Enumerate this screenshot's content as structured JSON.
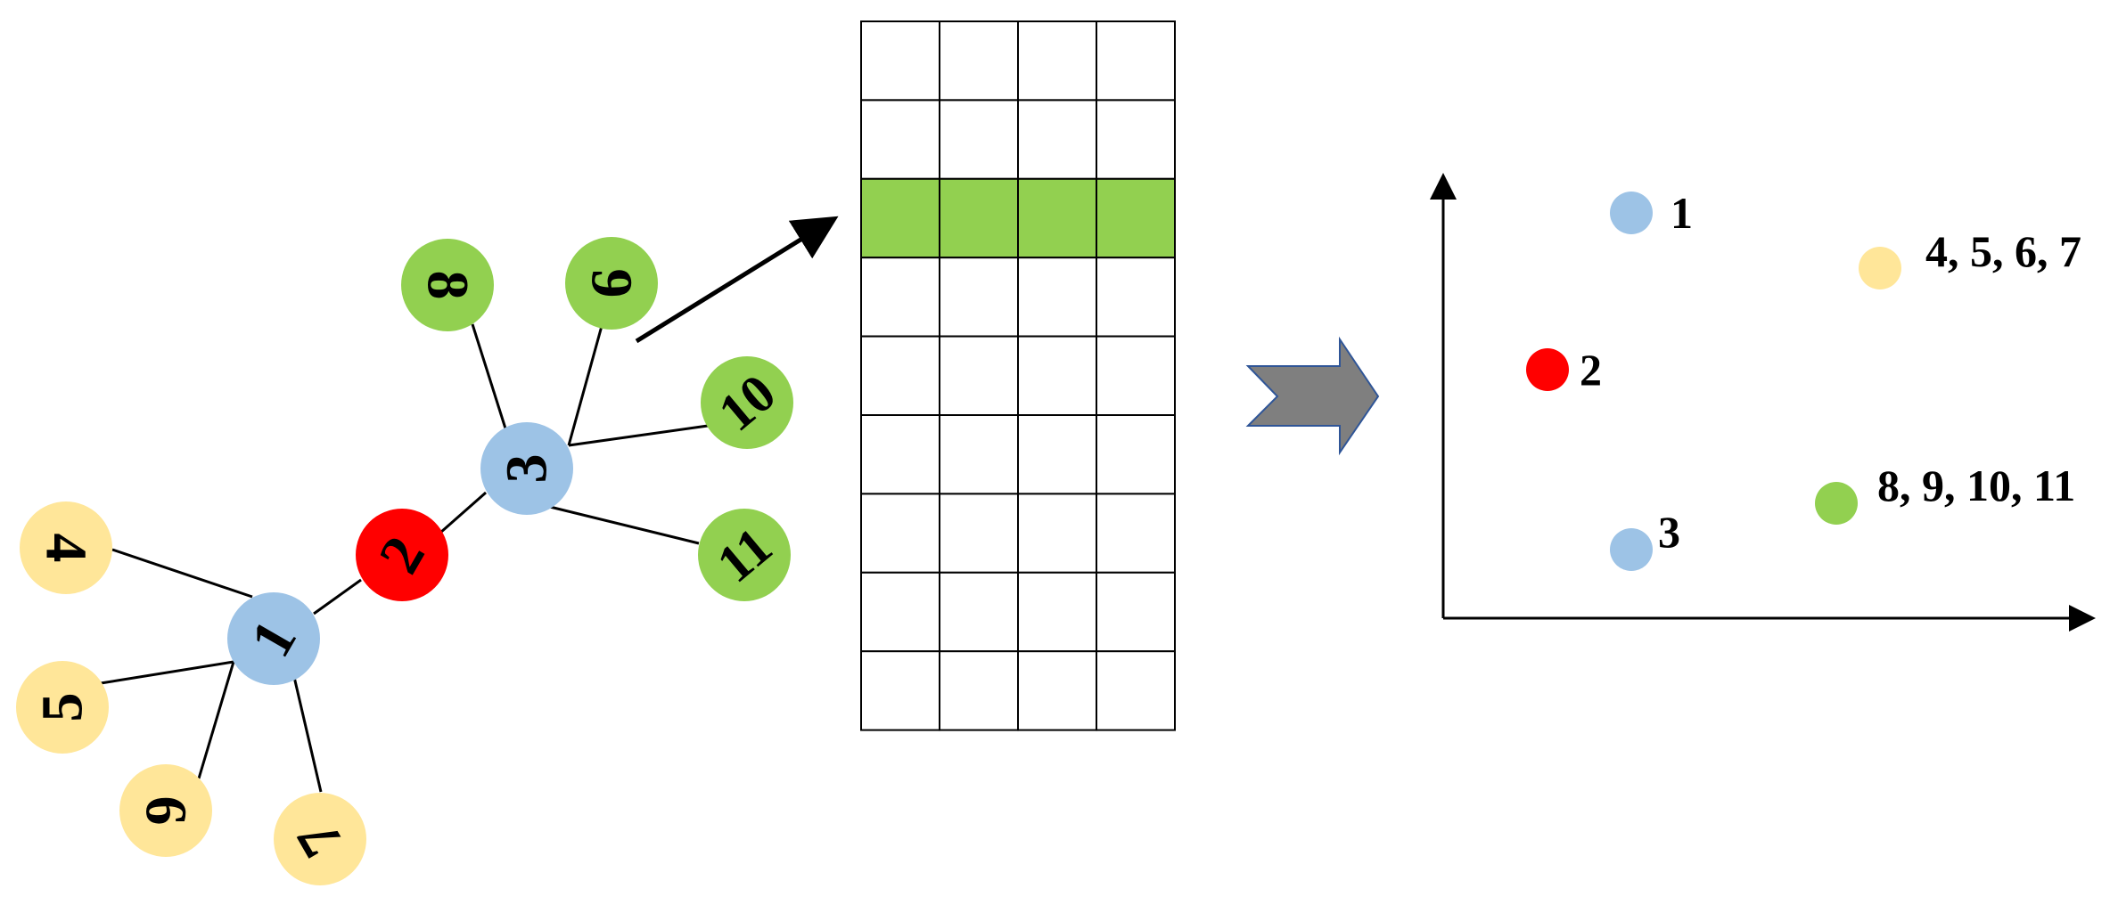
{
  "graph": {
    "nodes": [
      {
        "id": "1",
        "label": "1",
        "group": "hub"
      },
      {
        "id": "2",
        "label": "2",
        "group": "bridge"
      },
      {
        "id": "3",
        "label": "3",
        "group": "hub"
      },
      {
        "id": "4",
        "label": "4",
        "group": "leaf-yellow"
      },
      {
        "id": "5",
        "label": "5",
        "group": "leaf-yellow"
      },
      {
        "id": "6",
        "label": "6",
        "group": "leaf-yellow"
      },
      {
        "id": "7",
        "label": "7",
        "group": "leaf-yellow"
      },
      {
        "id": "8",
        "label": "8",
        "group": "leaf-green"
      },
      {
        "id": "9",
        "label": "9",
        "group": "leaf-green"
      },
      {
        "id": "10",
        "label": "10",
        "group": "leaf-green"
      },
      {
        "id": "11",
        "label": "11",
        "group": "leaf-green"
      }
    ],
    "edges": [
      [
        "1",
        "2"
      ],
      [
        "2",
        "3"
      ],
      [
        "1",
        "4"
      ],
      [
        "1",
        "5"
      ],
      [
        "1",
        "6"
      ],
      [
        "1",
        "7"
      ],
      [
        "3",
        "8"
      ],
      [
        "3",
        "9"
      ],
      [
        "3",
        "10"
      ],
      [
        "3",
        "11"
      ]
    ]
  },
  "embedding_matrix": {
    "rows": 9,
    "cols": 4,
    "highlighted_row": 3
  },
  "plot": {
    "points": [
      {
        "label": "1",
        "group": "hub"
      },
      {
        "label": "4, 5, 6, 7",
        "group": "leaf-yellow"
      },
      {
        "label": "2",
        "group": "bridge"
      },
      {
        "label": "8, 9, 10, 11",
        "group": "leaf-green"
      },
      {
        "label": "3",
        "group": "hub"
      }
    ]
  },
  "colors": {
    "hub": "#9dc3e6",
    "bridge": "#ff0000",
    "leaf-yellow": "#ffe699",
    "leaf-green": "#92d050",
    "matrix_highlight": "#92d050",
    "arrow_fill": "#7f7f7f",
    "arrow_stroke": "#2f5597",
    "line": "#000000"
  }
}
